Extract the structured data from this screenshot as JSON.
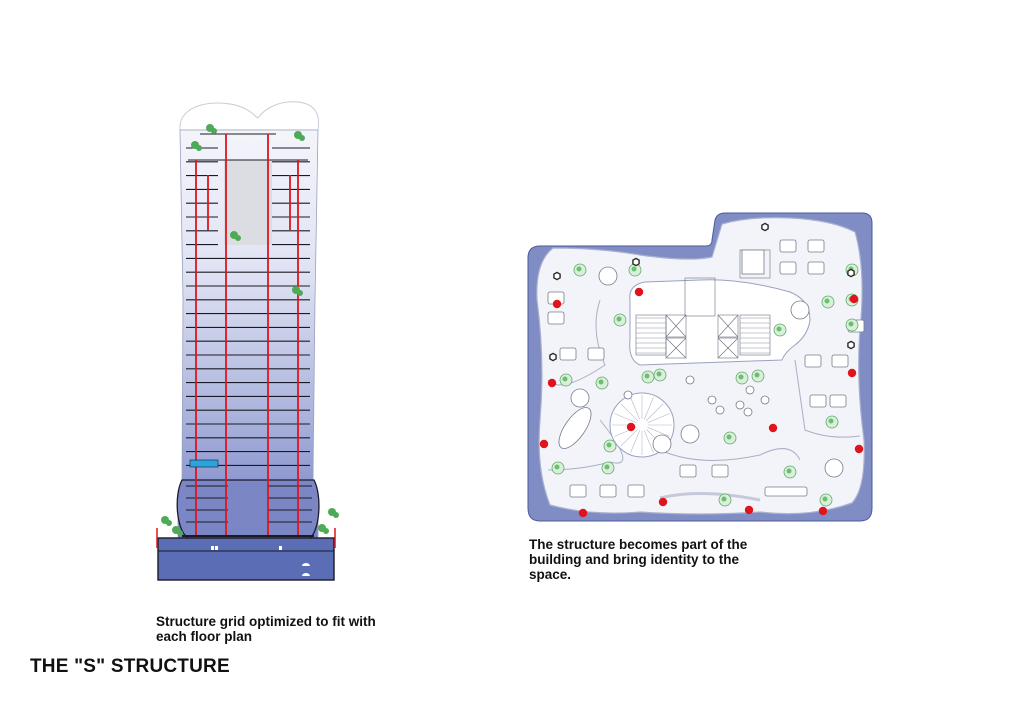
{
  "title": "THE \"S\" STRUCTURE",
  "section_drawing": {
    "caption": "Structure grid optimized to fit with\neach floor plan"
  },
  "floor_plan": {
    "caption": "The structure becomes part of the\nbuilding and bring identity to the\nspace."
  },
  "colors": {
    "structure_red": "#e0141c",
    "facade_blue": "#5a6db5",
    "plan_outline": "#7f8dc4",
    "ink": "#111111"
  }
}
